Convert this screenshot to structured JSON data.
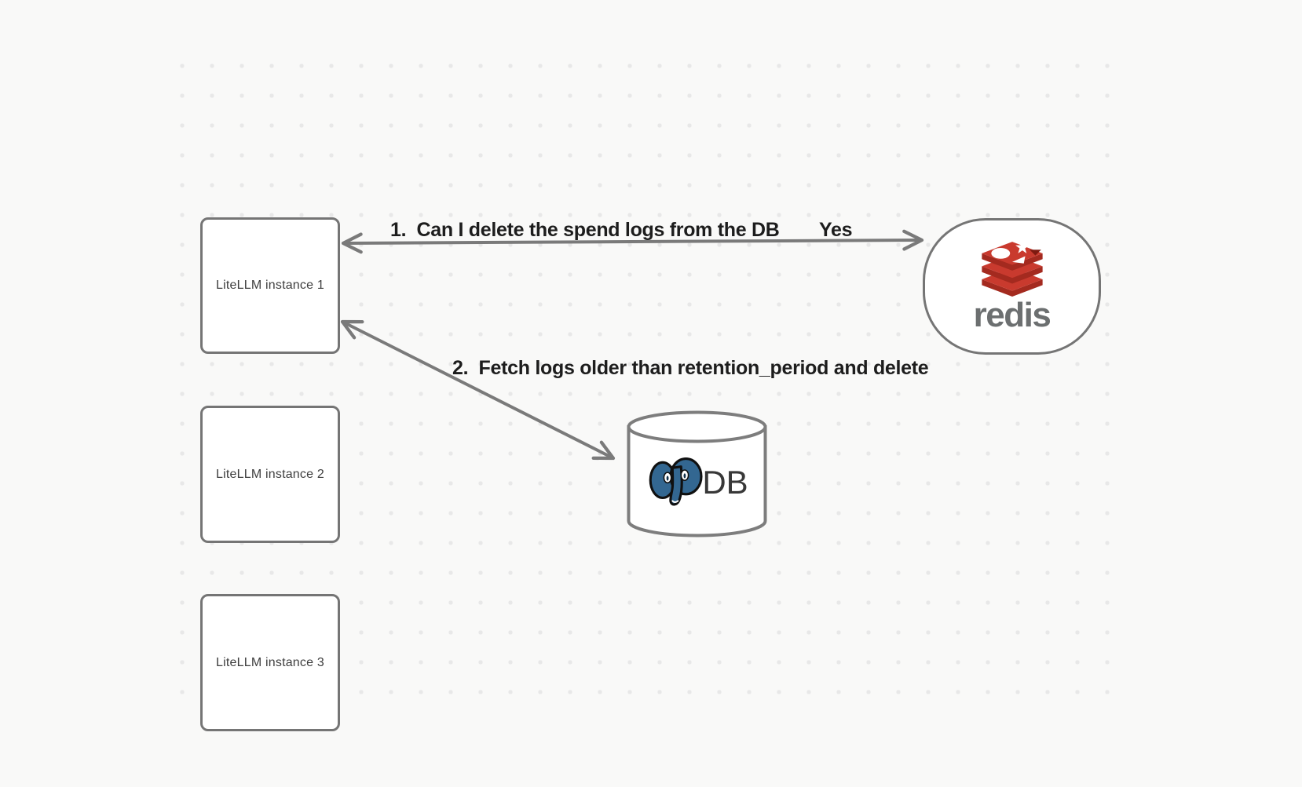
{
  "diagram": {
    "background_color": "#f9f9f8",
    "dot_color": "#e8e8e8",
    "connector_color": "#7a7a7a",
    "shape_border_color": "#757575",
    "edge_label_color": "#1d1d1d",
    "nodes": {
      "litellm_instances": [
        {
          "label": "LiteLLM instance 1"
        },
        {
          "label": "LiteLLM instance 2"
        },
        {
          "label": "LiteLLM instance 3"
        }
      ],
      "redis": {
        "wordmark": "redis",
        "brand_red": "#c93a2e",
        "brand_red_dark": "#a42a1f",
        "wordmark_color": "#6c6f70"
      },
      "db": {
        "label": "DB",
        "postgres_blue": "#336791"
      }
    },
    "edges": [
      {
        "id": 1,
        "label": "1.  Can I delete the spend logs from the DB",
        "reply": "Yes"
      },
      {
        "id": 2,
        "label": "2.  Fetch logs older than retention_period and delete"
      }
    ]
  }
}
